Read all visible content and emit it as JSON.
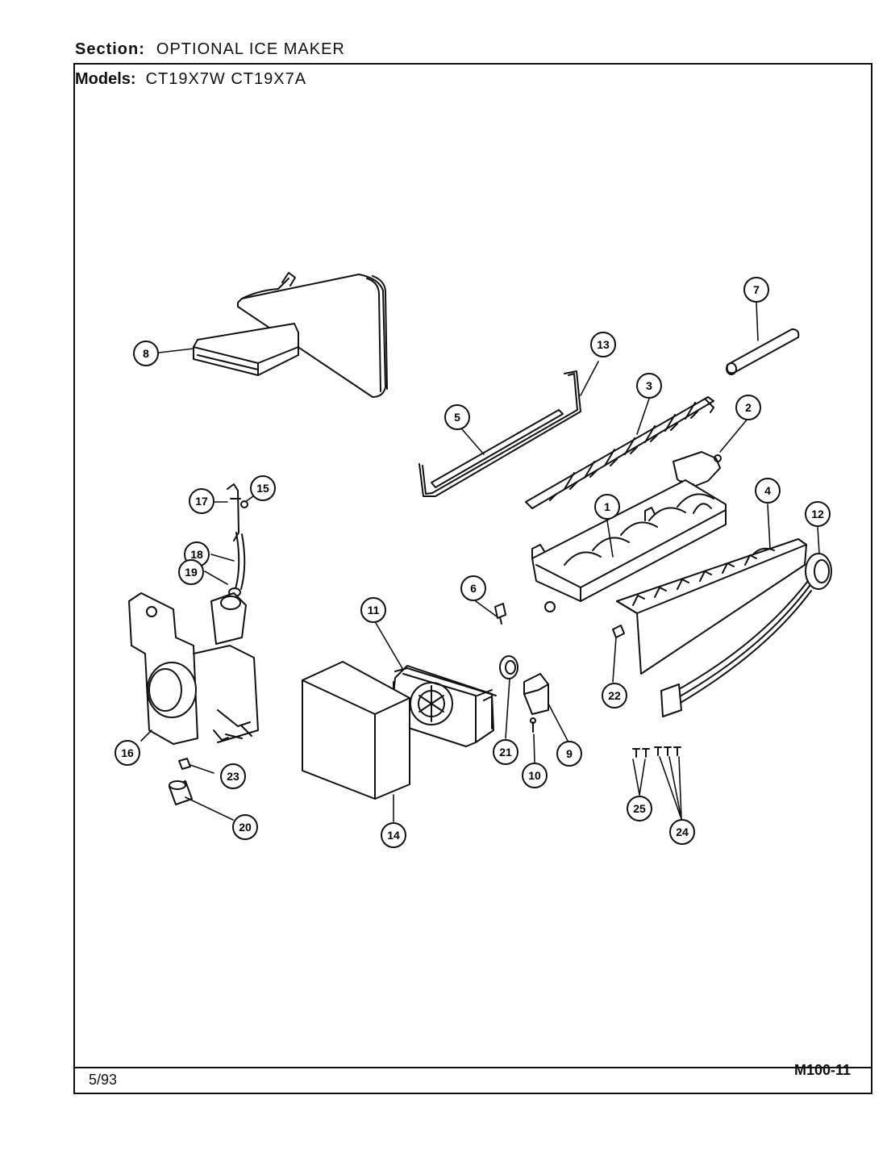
{
  "header": {
    "section_label": "Section:",
    "section_value": "OPTIONAL ICE MAKER",
    "models_label": "Models:",
    "models_value": "CT19X7W CT19X7A"
  },
  "footer": {
    "date": "5/93",
    "code": "M100-11"
  },
  "callouts": [
    {
      "id": "c1",
      "label": "1"
    },
    {
      "id": "c2",
      "label": "2"
    },
    {
      "id": "c3",
      "label": "3"
    },
    {
      "id": "c4",
      "label": "4"
    },
    {
      "id": "c5",
      "label": "5"
    },
    {
      "id": "c6",
      "label": "6"
    },
    {
      "id": "c7",
      "label": "7"
    },
    {
      "id": "c8",
      "label": "8"
    },
    {
      "id": "c9",
      "label": "9"
    },
    {
      "id": "c10",
      "label": "10"
    },
    {
      "id": "c11",
      "label": "11"
    },
    {
      "id": "c12",
      "label": "12"
    },
    {
      "id": "c13",
      "label": "13"
    },
    {
      "id": "c14",
      "label": "14"
    },
    {
      "id": "c15",
      "label": "15"
    },
    {
      "id": "c16",
      "label": "16"
    },
    {
      "id": "c17",
      "label": "17"
    },
    {
      "id": "c18",
      "label": "18"
    },
    {
      "id": "c19",
      "label": "19"
    },
    {
      "id": "c20",
      "label": "20"
    },
    {
      "id": "c21",
      "label": "21"
    },
    {
      "id": "c22",
      "label": "22"
    },
    {
      "id": "c23",
      "label": "23"
    },
    {
      "id": "c24",
      "label": "24"
    },
    {
      "id": "c25",
      "label": "25"
    }
  ]
}
